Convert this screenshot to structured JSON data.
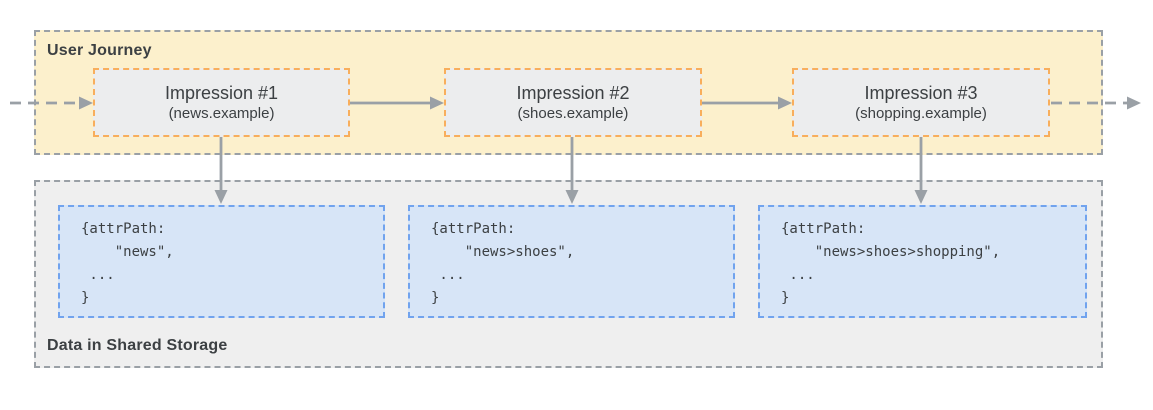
{
  "journey": {
    "label": "User Journey",
    "impressions": [
      {
        "title": "Impression #1",
        "site": "(news.example)"
      },
      {
        "title": "Impression #2",
        "site": "(shoes.example)"
      },
      {
        "title": "Impression #3",
        "site": "(shopping.example)"
      }
    ]
  },
  "storage": {
    "label": "Data in Shared Storage",
    "records": [
      {
        "lines": [
          "{attrPath:",
          "    \"news\",",
          " ...",
          "}"
        ]
      },
      {
        "lines": [
          "{attrPath:",
          "    \"news>shoes\",",
          " ...",
          "}"
        ]
      },
      {
        "lines": [
          "{attrPath:",
          "    \"news>shoes>shopping\",",
          " ...",
          "}"
        ]
      }
    ]
  },
  "colors": {
    "journey_bg": "#FCF0CC",
    "panel_border": "#9AA0A6",
    "impression_bg": "#ECEDEE",
    "impression_border": "#F8AE5C",
    "storage_bg": "#EFEFEF",
    "record_bg": "#D7E5F7",
    "record_border": "#71A3EE",
    "arrow": "#9AA0A6",
    "text": "#3C4043"
  }
}
